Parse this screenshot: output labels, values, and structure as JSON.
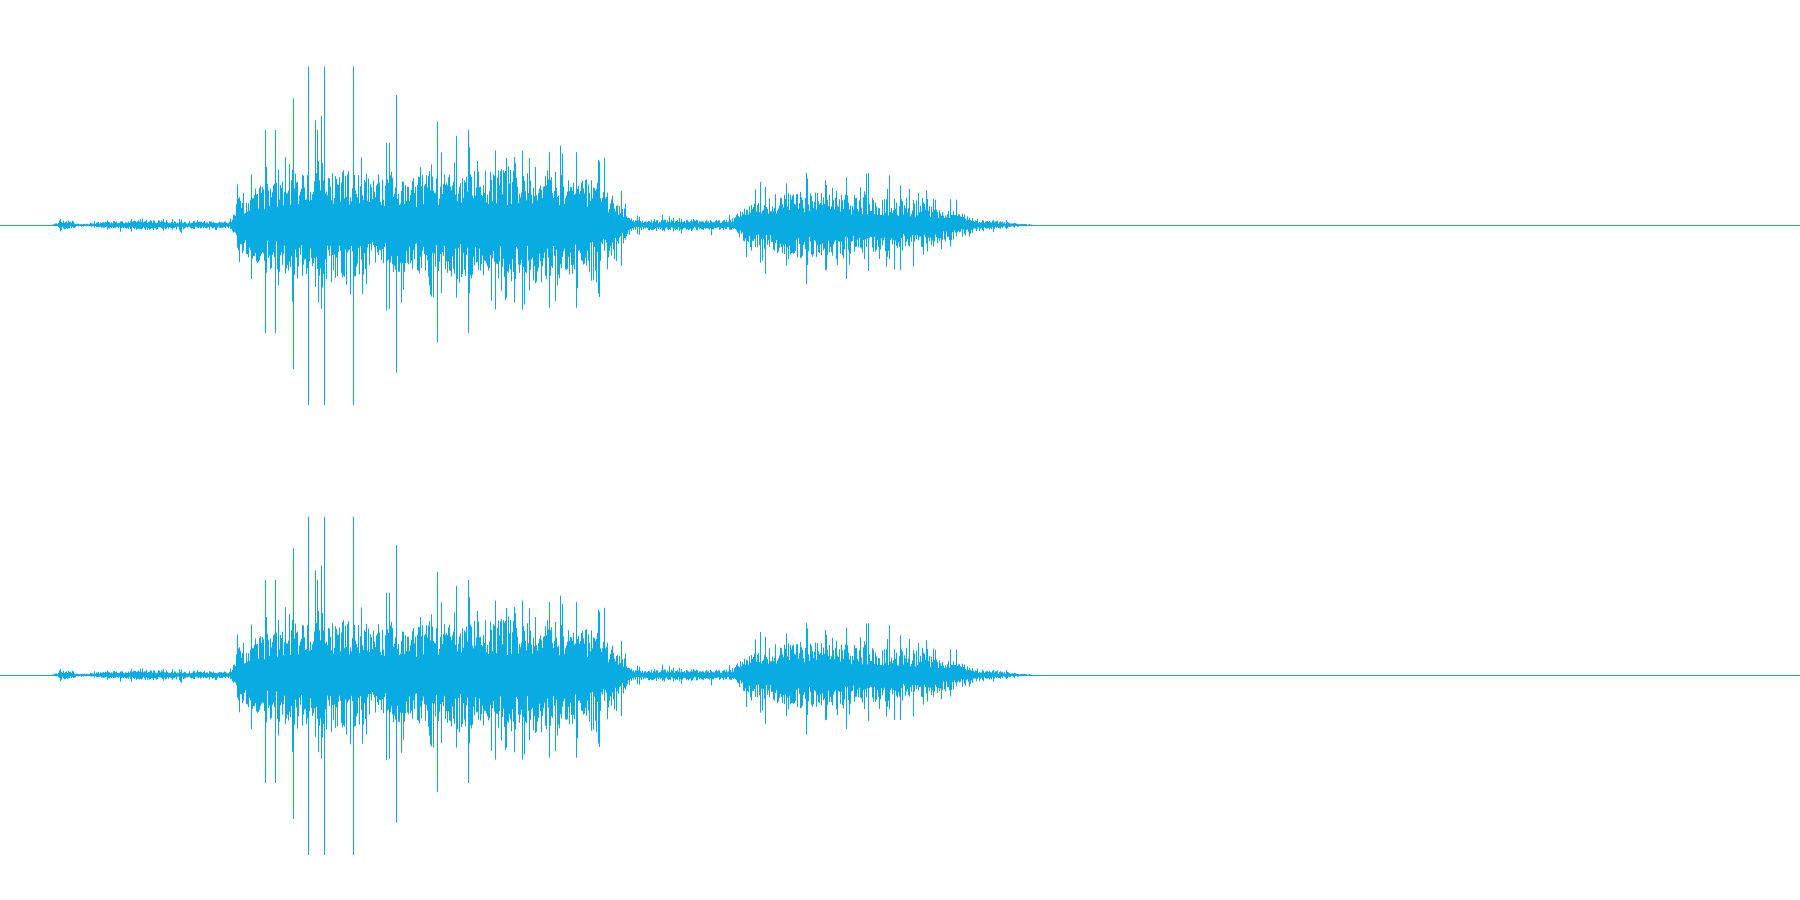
{
  "colors": {
    "background": "#ffffff",
    "waveform": "#09ace2"
  },
  "chart_data": {
    "type": "waveform",
    "channels": 2,
    "duration_units": 1.0,
    "amplitude_range": [
      -1,
      1
    ],
    "envelope": [
      {
        "t": 0.0,
        "a": 0.0
      },
      {
        "t": 0.028,
        "a": 0.0
      },
      {
        "t": 0.036,
        "a": 0.03
      },
      {
        "t": 0.044,
        "a": 0.005
      },
      {
        "t": 0.06,
        "a": 0.02
      },
      {
        "t": 0.08,
        "a": 0.03
      },
      {
        "t": 0.1,
        "a": 0.025
      },
      {
        "t": 0.115,
        "a": 0.02
      },
      {
        "t": 0.128,
        "a": 0.02
      },
      {
        "t": 0.132,
        "a": 0.15
      },
      {
        "t": 0.15,
        "a": 0.25
      },
      {
        "t": 0.18,
        "a": 0.33
      },
      {
        "t": 0.21,
        "a": 0.26
      },
      {
        "t": 0.25,
        "a": 0.3
      },
      {
        "t": 0.3,
        "a": 0.32
      },
      {
        "t": 0.33,
        "a": 0.26
      },
      {
        "t": 0.345,
        "a": 0.13
      },
      {
        "t": 0.35,
        "a": 0.03
      },
      {
        "t": 0.38,
        "a": 0.03
      },
      {
        "t": 0.405,
        "a": 0.03
      },
      {
        "t": 0.42,
        "a": 0.15
      },
      {
        "t": 0.45,
        "a": 0.19
      },
      {
        "t": 0.48,
        "a": 0.16
      },
      {
        "t": 0.51,
        "a": 0.13
      },
      {
        "t": 0.53,
        "a": 0.08
      },
      {
        "t": 0.545,
        "a": 0.03
      },
      {
        "t": 0.575,
        "a": 0.0
      },
      {
        "t": 1.0,
        "a": 0.0
      }
    ],
    "spikes": [
      {
        "t": 0.171,
        "a": 1.0
      },
      {
        "t": 0.18,
        "a": 1.0
      },
      {
        "t": 0.196,
        "a": 1.0
      },
      {
        "t": 0.22,
        "a": 0.82
      },
      {
        "t": 0.163,
        "a": 0.8
      },
      {
        "t": 0.147,
        "a": 0.6
      },
      {
        "t": 0.153,
        "a": 0.6
      },
      {
        "t": 0.243,
        "a": 0.65
      },
      {
        "t": 0.26,
        "a": 0.6
      },
      {
        "t": 0.275,
        "a": 0.47
      },
      {
        "t": 0.29,
        "a": 0.47
      },
      {
        "t": 0.305,
        "a": 0.46
      },
      {
        "t": 0.32,
        "a": 0.46
      },
      {
        "t": 0.333,
        "a": 0.4
      },
      {
        "t": 0.448,
        "a": 0.33
      },
      {
        "t": 0.47,
        "a": 0.3
      },
      {
        "t": 0.5,
        "a": 0.25
      }
    ]
  }
}
